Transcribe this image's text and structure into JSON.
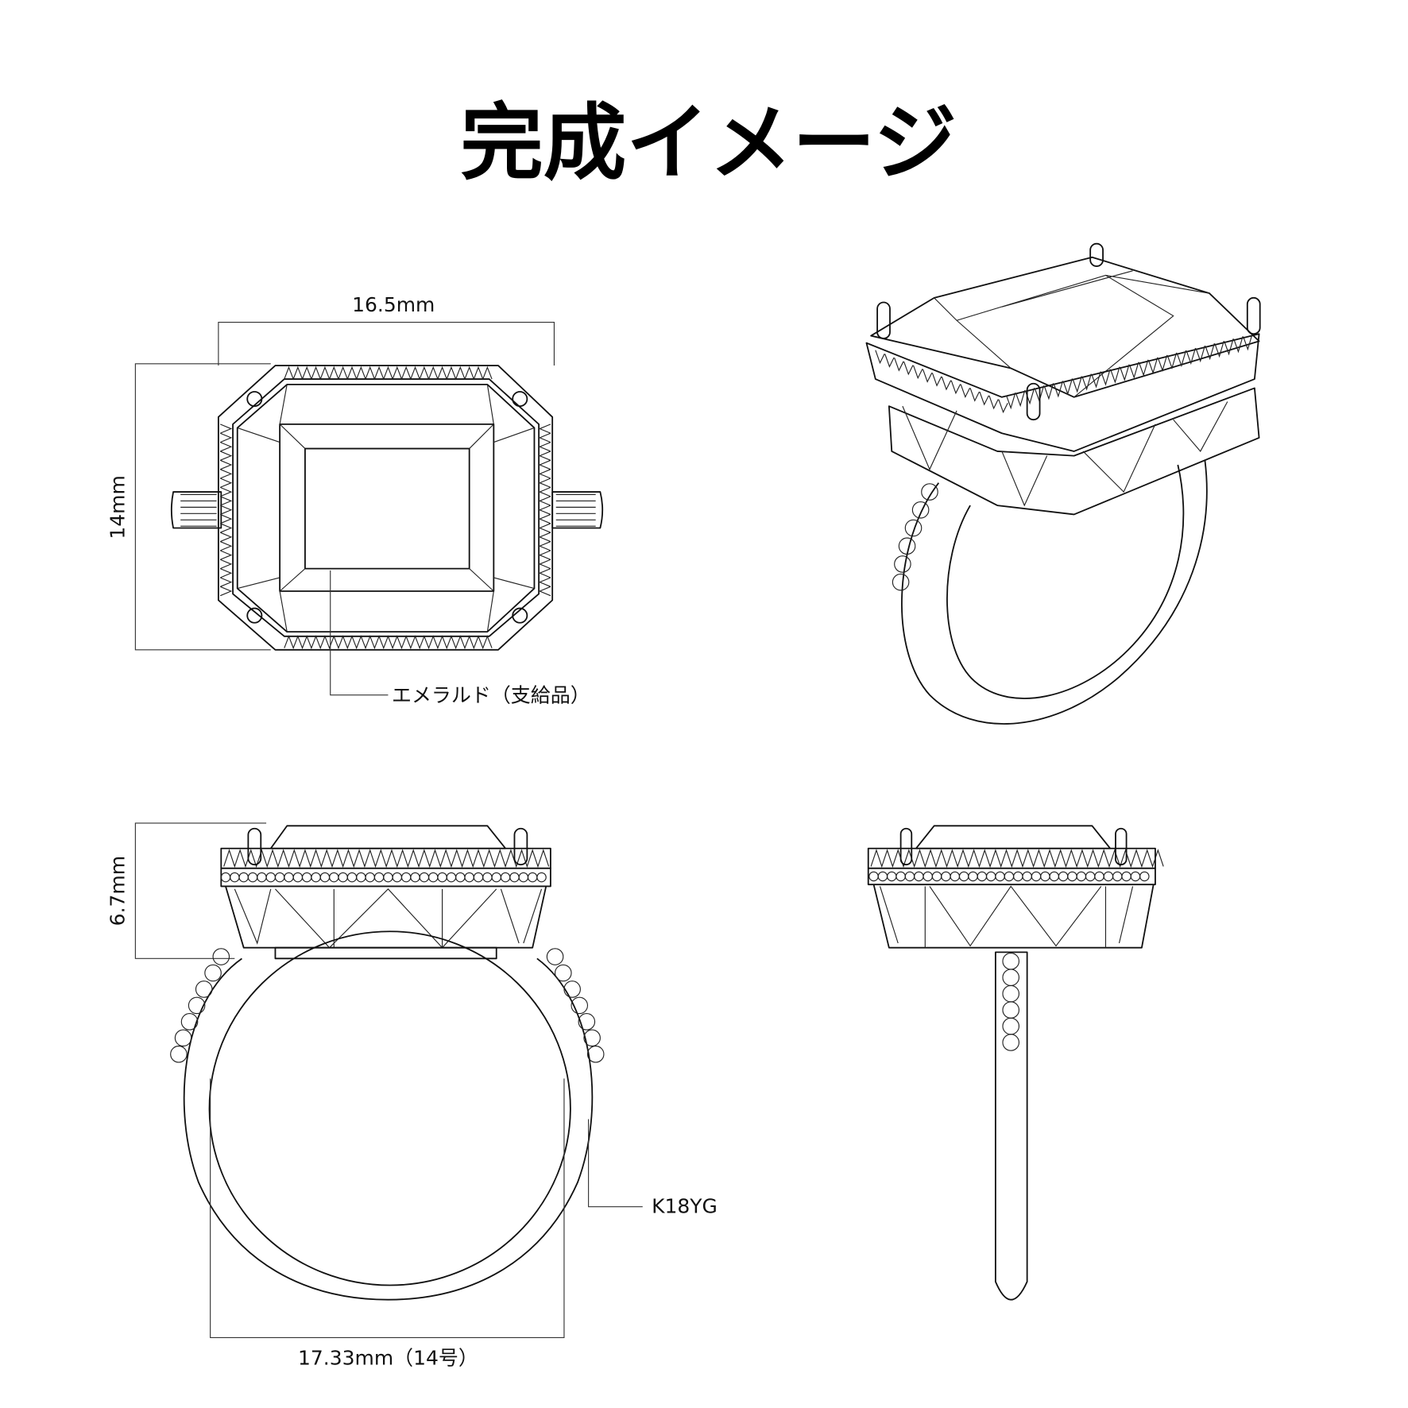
{
  "title": "完成イメージ",
  "dimensions": {
    "top_width": "16.5mm",
    "top_height": "14mm",
    "front_height": "6.7mm",
    "ring_inner_size": "17.33mm（14号）"
  },
  "callouts": {
    "stone": "エメラルド（支給品）",
    "material": "K18YG"
  },
  "colors": {
    "line": "#111111",
    "background": "#ffffff"
  }
}
